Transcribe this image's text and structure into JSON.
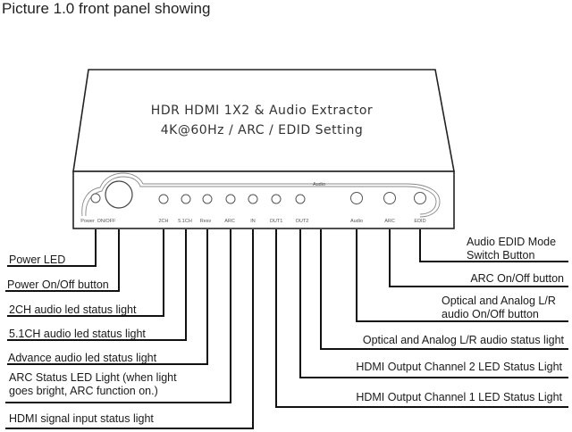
{
  "caption": "Picture 1.0 front panel showing",
  "device": {
    "title_line1": "HDR HDMI 1X2 & Audio Extractor",
    "title_line2": "4K@60Hz / ARC / EDID Setting",
    "group_label": "Audio",
    "panel_labels": [
      "Power",
      "ON/OFF",
      "2CH",
      "5.1CH",
      "Resv",
      "ARC",
      "IN",
      "OUT1",
      "OUT2",
      "Audio",
      "ARC",
      "EDID"
    ]
  },
  "callouts_left": [
    {
      "id": "power-led",
      "text": "Power LED"
    },
    {
      "id": "power-onoff-button",
      "text": "Power On/Off button"
    },
    {
      "id": "2ch-audio-led",
      "text": "2CH audio led status light"
    },
    {
      "id": "51ch-audio-led",
      "text": "5.1CH audio led status light"
    },
    {
      "id": "advance-audio-led",
      "text": "Advance audio led status light"
    },
    {
      "id": "arc-status-led",
      "text_line1": "ARC Status LED Light (when light",
      "text_line2": "goes bright, ARC function on.)"
    },
    {
      "id": "hdmi-input-led",
      "text": "HDMI signal input status light"
    }
  ],
  "callouts_right": [
    {
      "id": "audio-edid-button",
      "text_line1": "Audio EDID Mode",
      "text_line2": "Switch Button"
    },
    {
      "id": "arc-onoff-button",
      "text": "ARC On/Off button"
    },
    {
      "id": "audio-onoff-button",
      "text_line1": "Optical and Analog L/R",
      "text_line2": "audio On/Off button"
    },
    {
      "id": "audio-status-led",
      "text": "Optical and Analog L/R audio status light"
    },
    {
      "id": "hdmi-out2-led",
      "text": "HDMI Output Channel 2 LED Status Light"
    },
    {
      "id": "hdmi-out1-led",
      "text": "HDMI Output Channel 1 LED Status Light"
    }
  ]
}
